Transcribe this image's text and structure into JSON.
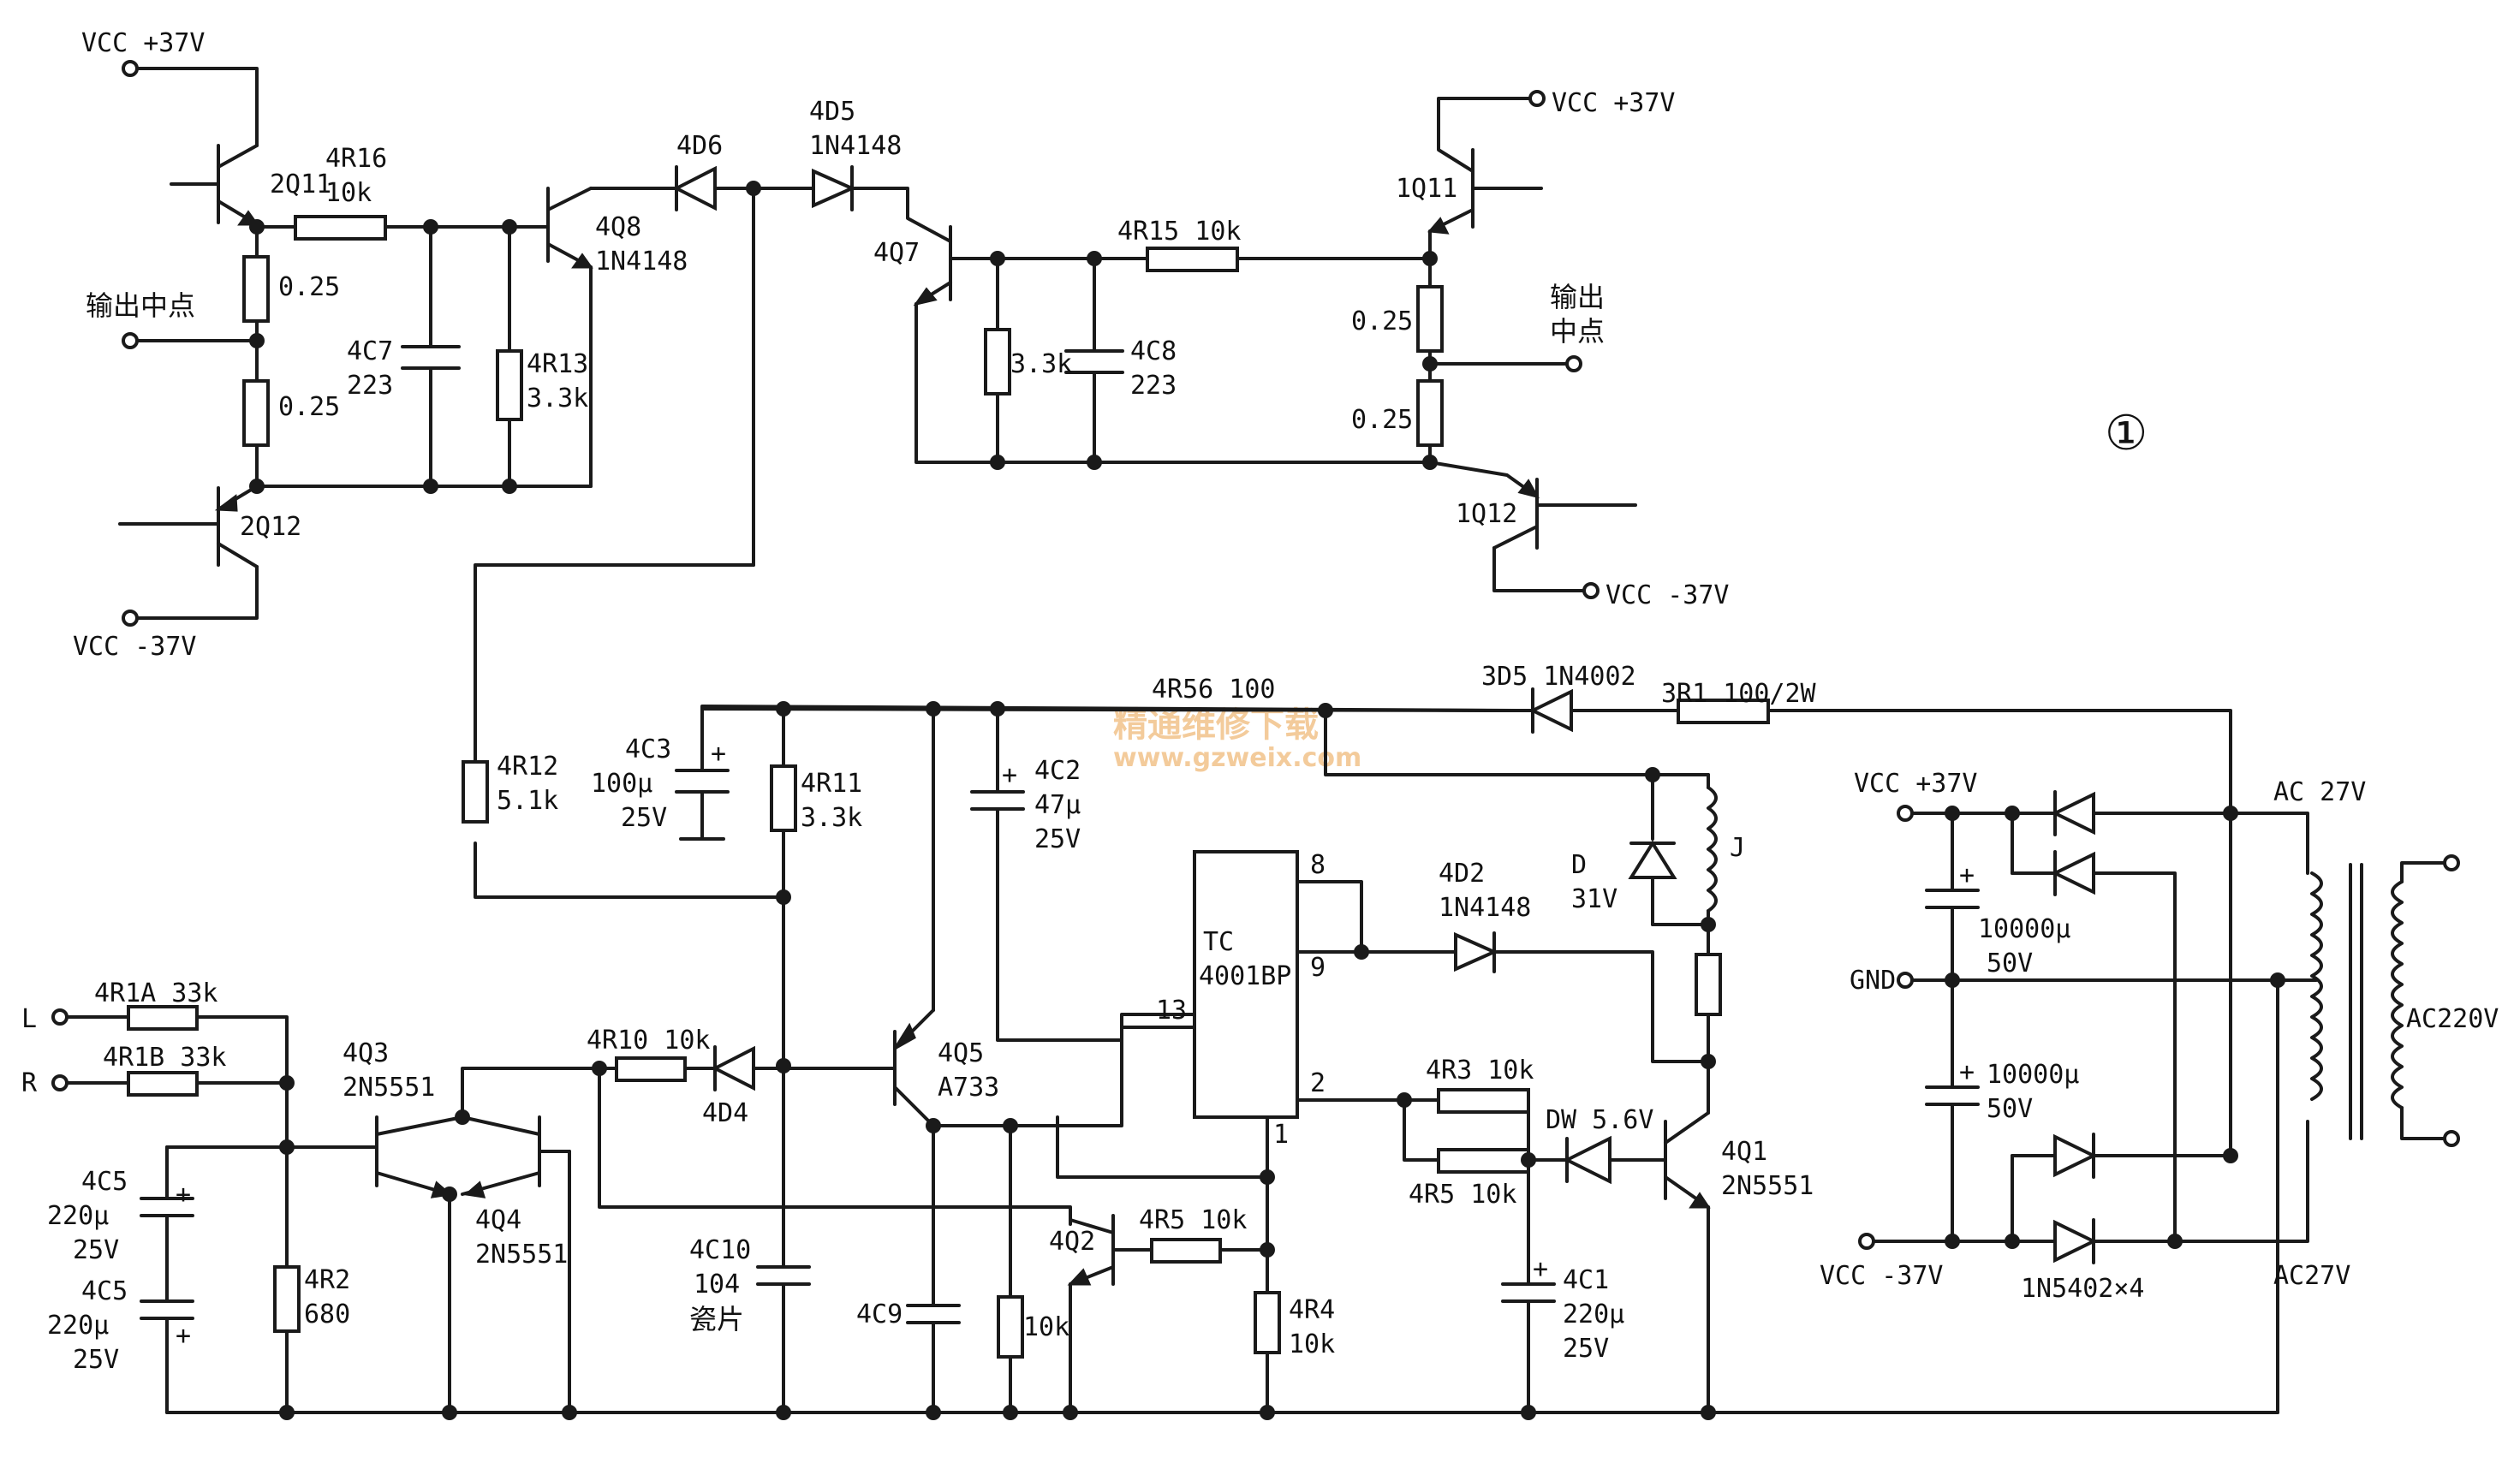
{
  "figure_number": "①",
  "watermark": {
    "line1": "精通维修下载",
    "line2": "www.gzweix.com"
  },
  "labels": [
    {
      "id": "vcc-p37-tl",
      "text": "VCC +37V"
    },
    {
      "id": "2q11",
      "text": "2Q11"
    },
    {
      "id": "4r16",
      "text": "4R16"
    },
    {
      "id": "4r16v",
      "text": "10k"
    },
    {
      "id": "4q8",
      "text": "4Q8"
    },
    {
      "id": "4q8v",
      "text": "1N4148"
    },
    {
      "id": "4d6",
      "text": "4D6"
    },
    {
      "id": "4d5",
      "text": "4D5"
    },
    {
      "id": "4d5v",
      "text": "1N4148"
    },
    {
      "id": "out-mid-l",
      "text": "输出中点"
    },
    {
      "id": "r025a",
      "text": "0.25"
    },
    {
      "id": "r025b",
      "text": "0.25"
    },
    {
      "id": "4c7",
      "text": "4C7"
    },
    {
      "id": "4c7v",
      "text": "223"
    },
    {
      "id": "4r13",
      "text": "4R13"
    },
    {
      "id": "4r13v",
      "text": "3.3k"
    },
    {
      "id": "2q12",
      "text": "2Q12"
    },
    {
      "id": "vcc-m37-l",
      "text": "VCC -37V"
    },
    {
      "id": "4q7",
      "text": "4Q7"
    },
    {
      "id": "4r15",
      "text": "4R15 10k"
    },
    {
      "id": "r33k-4q7",
      "text": "3.3k"
    },
    {
      "id": "4c8",
      "text": "4C8"
    },
    {
      "id": "4c8v",
      "text": "223"
    },
    {
      "id": "1q11",
      "text": "1Q11"
    },
    {
      "id": "vcc-p37-tr",
      "text": "VCC +37V"
    },
    {
      "id": "r025c",
      "text": "0.25"
    },
    {
      "id": "r025d",
      "text": "0.25"
    },
    {
      "id": "out-mid-r1",
      "text": "输出"
    },
    {
      "id": "out-mid-r2",
      "text": "中点"
    },
    {
      "id": "1q12",
      "text": "1Q12"
    },
    {
      "id": "vcc-m37-r",
      "text": "VCC -37V"
    },
    {
      "id": "4r56",
      "text": "4R56 100"
    },
    {
      "id": "3d5",
      "text": "3D5 1N4002"
    },
    {
      "id": "3r1",
      "text": "3R1 100/2W"
    },
    {
      "id": "4r12",
      "text": "4R12"
    },
    {
      "id": "4r12v",
      "text": "5.1k"
    },
    {
      "id": "4c3",
      "text": "4C3"
    },
    {
      "id": "4c3v1",
      "text": "100μ"
    },
    {
      "id": "4c3v2",
      "text": "25V"
    },
    {
      "id": "4r11",
      "text": "4R11"
    },
    {
      "id": "4r11v",
      "text": "3.3k"
    },
    {
      "id": "4c2",
      "text": "4C2"
    },
    {
      "id": "4c2v1",
      "text": "47μ"
    },
    {
      "id": "4c2v2",
      "text": "25V"
    },
    {
      "id": "ic-pin8",
      "text": "8"
    },
    {
      "id": "ic-pin9",
      "text": "9"
    },
    {
      "id": "ic-pin13",
      "text": "13"
    },
    {
      "id": "ic-pin2",
      "text": "2"
    },
    {
      "id": "ic-pin1",
      "text": "1"
    },
    {
      "id": "ic-name1",
      "text": "TC"
    },
    {
      "id": "ic-name2",
      "text": "4001BP"
    },
    {
      "id": "4d2",
      "text": "4D2"
    },
    {
      "id": "4d2v",
      "text": "1N4148"
    },
    {
      "id": "d31",
      "text": "D"
    },
    {
      "id": "d31v",
      "text": "31V"
    },
    {
      "id": "relay-j",
      "text": "J"
    },
    {
      "id": "l-in",
      "text": "L"
    },
    {
      "id": "r-in",
      "text": "R"
    },
    {
      "id": "4r1a",
      "text": "4R1A 33k"
    },
    {
      "id": "4r1b",
      "text": "4R1B 33k"
    },
    {
      "id": "4q3",
      "text": "4Q3"
    },
    {
      "id": "4q3v",
      "text": "2N5551"
    },
    {
      "id": "4r10",
      "text": "4R10 10k"
    },
    {
      "id": "4d4",
      "text": "4D4"
    },
    {
      "id": "4q5",
      "text": "4Q5"
    },
    {
      "id": "4q5v",
      "text": "A733"
    },
    {
      "id": "4r3",
      "text": "4R3 10k"
    },
    {
      "id": "4r5b",
      "text": "4R5 10k"
    },
    {
      "id": "dw",
      "text": "DW 5.6V"
    },
    {
      "id": "4q1",
      "text": "4Q1"
    },
    {
      "id": "4q1v",
      "text": "2N5551"
    },
    {
      "id": "4c5a",
      "text": "4C5"
    },
    {
      "id": "4c5av1",
      "text": "220μ"
    },
    {
      "id": "4c5av2",
      "text": "25V"
    },
    {
      "id": "4c5b",
      "text": "4C5"
    },
    {
      "id": "4c5bv1",
      "text": "220μ"
    },
    {
      "id": "4c5bv2",
      "text": "25V"
    },
    {
      "id": "4r2",
      "text": "4R2"
    },
    {
      "id": "4r2v",
      "text": "680"
    },
    {
      "id": "4q4",
      "text": "4Q4"
    },
    {
      "id": "4q4v",
      "text": "2N5551"
    },
    {
      "id": "4c10",
      "text": "4C10"
    },
    {
      "id": "4c10v",
      "text": "104"
    },
    {
      "id": "4c10t",
      "text": "瓷片"
    },
    {
      "id": "4c9",
      "text": "4C9"
    },
    {
      "id": "4q2",
      "text": "4Q2"
    },
    {
      "id": "4r5a",
      "text": "4R5 10k"
    },
    {
      "id": "r10k-4q5",
      "text": "10k"
    },
    {
      "id": "4r4",
      "text": "4R4"
    },
    {
      "id": "4r4v",
      "text": "10k"
    },
    {
      "id": "4c1",
      "text": "4C1"
    },
    {
      "id": "4c1v1",
      "text": "220μ"
    },
    {
      "id": "4c1v2",
      "text": "25V"
    },
    {
      "id": "ps-vccp",
      "text": "VCC +37V"
    },
    {
      "id": "ps-c1v1",
      "text": "10000μ"
    },
    {
      "id": "ps-c1v2",
      "text": "50V"
    },
    {
      "id": "ps-gnd",
      "text": "GND"
    },
    {
      "id": "ps-c2v1",
      "text": "10000μ"
    },
    {
      "id": "ps-c2v2",
      "text": "50V"
    },
    {
      "id": "ps-vccm",
      "text": "VCC -37V"
    },
    {
      "id": "ps-bridge",
      "text": "1N5402×4"
    },
    {
      "id": "ac27-top",
      "text": "AC 27V"
    },
    {
      "id": "ac220",
      "text": "AC220V"
    },
    {
      "id": "ac27-bot",
      "text": "AC27V"
    }
  ]
}
